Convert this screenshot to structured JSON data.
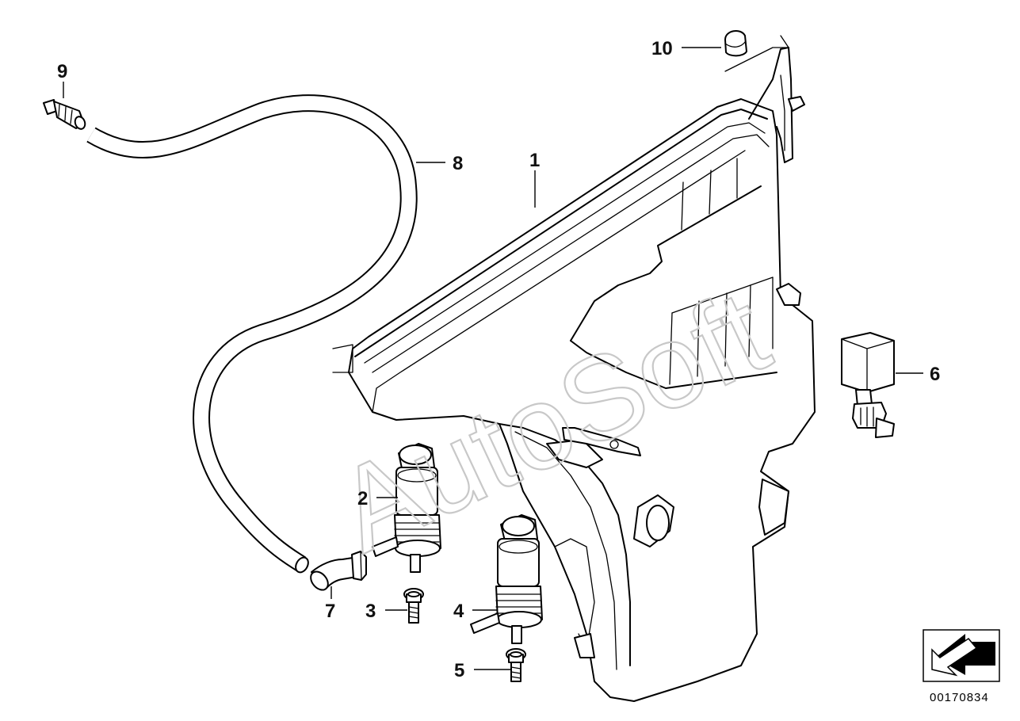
{
  "diagram": {
    "watermark": "AutoSoft",
    "part_number": "00170834",
    "callouts": [
      {
        "id": "1",
        "label": "1"
      },
      {
        "id": "2",
        "label": "2"
      },
      {
        "id": "3",
        "label": "3"
      },
      {
        "id": "4",
        "label": "4"
      },
      {
        "id": "5",
        "label": "5"
      },
      {
        "id": "6",
        "label": "6"
      },
      {
        "id": "7",
        "label": "7"
      },
      {
        "id": "8",
        "label": "8"
      },
      {
        "id": "9",
        "label": "9"
      },
      {
        "id": "10",
        "label": "10"
      }
    ],
    "icons": {
      "direction_badge": "arrow-down-left-icon"
    }
  }
}
